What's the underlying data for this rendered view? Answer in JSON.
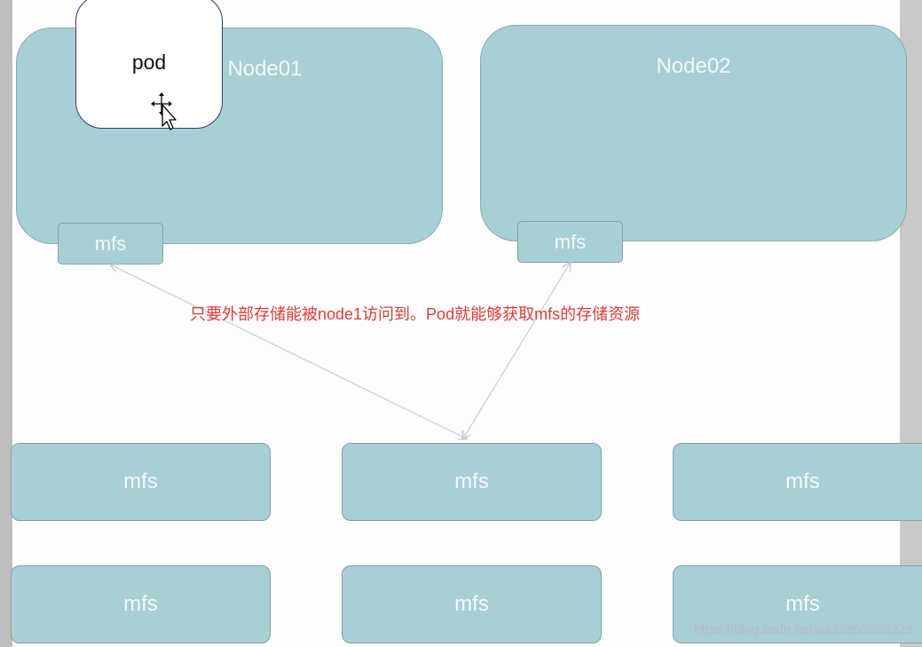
{
  "nodes": [
    {
      "label": "Node01"
    },
    {
      "label": "Node02"
    }
  ],
  "pod": {
    "label": "pod"
  },
  "node_mfs": [
    {
      "label": "mfs"
    },
    {
      "label": "mfs"
    }
  ],
  "storage_grid": [
    {
      "label": "mfs"
    },
    {
      "label": "mfs"
    },
    {
      "label": "mfs"
    },
    {
      "label": "mfs"
    },
    {
      "label": "mfs"
    },
    {
      "label": "mfs"
    }
  ],
  "annotation": "只要外部存储能被node1访问到。Pod就能够获取mfs的存储资源",
  "watermark": "https://blog.csdn.net/aa18855953229",
  "icons": {
    "drag_cursor": "move-pointer-icon"
  },
  "colors": {
    "box_fill": "#a8cfd3",
    "box_border": "#86acb0",
    "annotation": "#e53935",
    "pod_border": "#2e3d6e",
    "connector": "#c8d3d5"
  }
}
